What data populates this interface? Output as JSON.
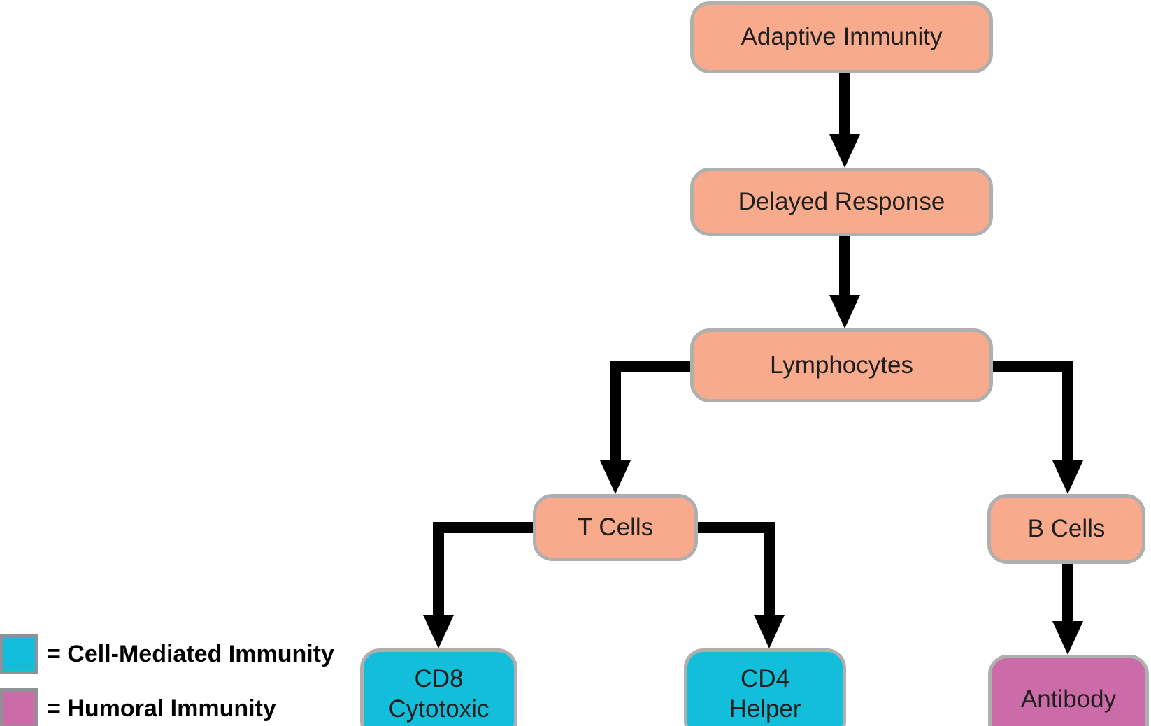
{
  "figure": {
    "description": "Flowchart of adaptive immunity branching into cell-mediated and humoral immunity"
  },
  "nodes": {
    "adaptive": {
      "label": "Adaptive Immunity",
      "color": "#f8ab8c"
    },
    "delayed": {
      "label": "Delayed Response",
      "color": "#f8ab8c"
    },
    "lymphocytes": {
      "label": "Lymphocytes",
      "color": "#f8ab8c"
    },
    "t_cells": {
      "label": "T Cells",
      "color": "#f8ab8c"
    },
    "b_cells": {
      "label": "B Cells",
      "color": "#f8ab8c"
    },
    "cd8": {
      "lines": [
        "CD8",
        "Cytotoxic"
      ],
      "color": "#13bedb"
    },
    "cd4": {
      "lines": [
        "CD4",
        "Helper"
      ],
      "color": "#13bedb"
    },
    "antibody": {
      "label": "Antibody",
      "color": "#cb6ba7"
    }
  },
  "edges": [
    {
      "from": "Adaptive Immunity",
      "to": "Delayed Response"
    },
    {
      "from": "Delayed Response",
      "to": "Lymphocytes"
    },
    {
      "from": "Lymphocytes",
      "to": "T Cells"
    },
    {
      "from": "Lymphocytes",
      "to": "B Cells"
    },
    {
      "from": "T Cells",
      "to": "CD8 Cytotoxic"
    },
    {
      "from": "T Cells",
      "to": "CD4 Helper"
    },
    {
      "from": "B Cells",
      "to": "Antibody"
    }
  ],
  "legend": {
    "items": [
      {
        "label": "= Cell-Mediated Immunity",
        "swatch_color": "#13bedb"
      },
      {
        "label": "= Humoral Immunity",
        "swatch_color": "#cb6ba7"
      }
    ]
  },
  "colors": {
    "node_default": "#f8ab8c",
    "cell_mediated": "#13bedb",
    "humoral": "#cb6ba7",
    "node_border": "#afafaf",
    "swatch_border": "#8f9194",
    "connector": "#000000"
  }
}
